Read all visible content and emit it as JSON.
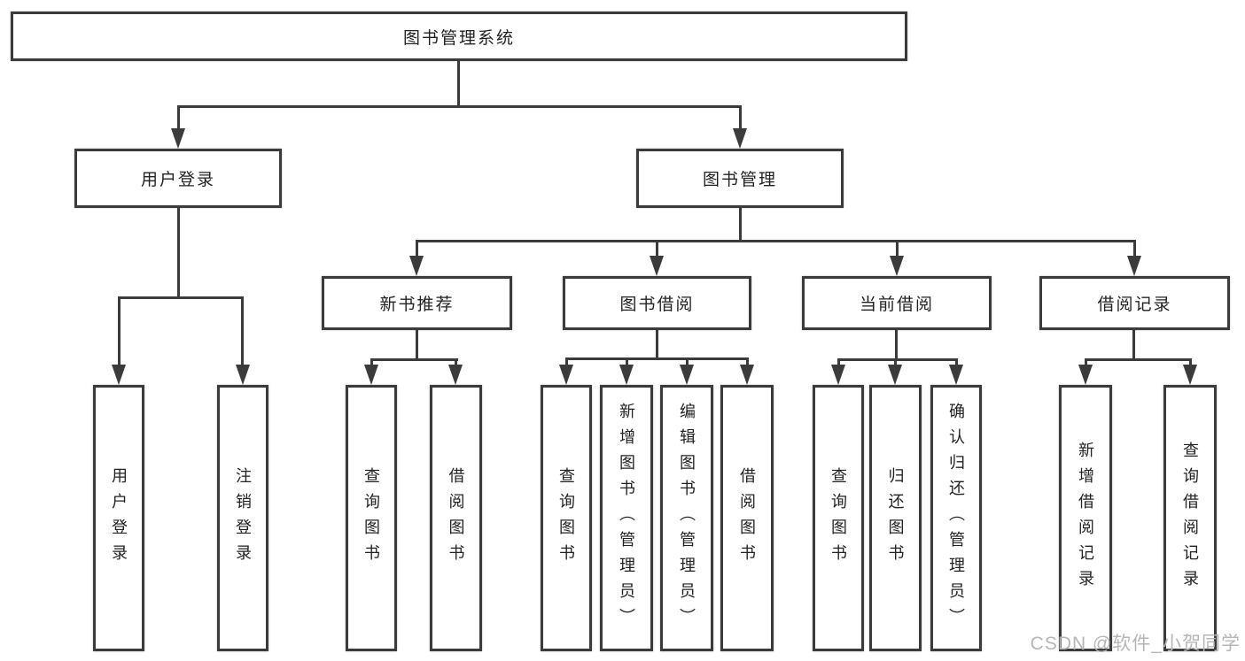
{
  "diagram": {
    "title": "图书管理系统",
    "level2": [
      {
        "label": "用户登录"
      },
      {
        "label": "图书管理"
      }
    ],
    "level3": [
      {
        "label": "新书推荐"
      },
      {
        "label": "图书借阅"
      },
      {
        "label": "当前借阅"
      },
      {
        "label": "借阅记录"
      }
    ],
    "leaves": [
      {
        "label": "用户登录"
      },
      {
        "label": "注销登录"
      },
      {
        "label": "查询图书"
      },
      {
        "label": "借阅图书"
      },
      {
        "label": "查询图书"
      },
      {
        "label": "新增图书（管理员）"
      },
      {
        "label": "编辑图书（管理员）"
      },
      {
        "label": "借阅图书"
      },
      {
        "label": "查询图书"
      },
      {
        "label": "归还图书"
      },
      {
        "label": "确认归还（管理员）"
      },
      {
        "label": "新增借阅记录"
      },
      {
        "label": "查询借阅记录"
      }
    ]
  },
  "watermark": "CSDN @软件_小贺同学",
  "colors": {
    "line": "#3b3b3b",
    "text": "#222222",
    "watermark": "#b5b5b5",
    "background": "#ffffff"
  }
}
